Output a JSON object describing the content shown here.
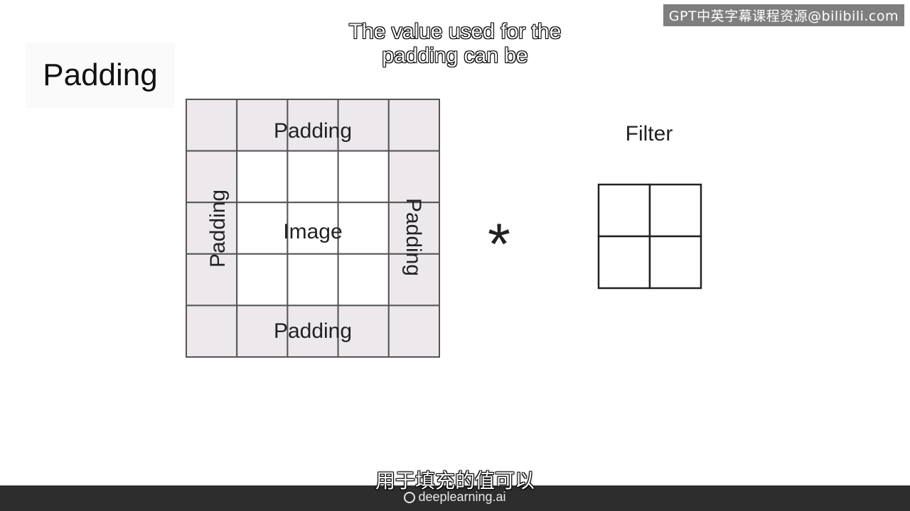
{
  "slide": {
    "title": "Padding"
  },
  "watermark": {
    "text": "GPT中英字幕课程资源@bilibili.com"
  },
  "subtitles": {
    "english": "The value used for the padding can be",
    "chinese": "用于填充的值可以"
  },
  "diagram": {
    "padding_top": "Padding",
    "padding_bottom": "Padding",
    "padding_left": "Padding",
    "padding_right": "Padding",
    "image_label": "Image",
    "operator": "*",
    "filter_label": "Filter",
    "grid_rows": 5,
    "grid_cols": 5,
    "filter_rows": 2,
    "filter_cols": 2,
    "padding_color": "#ece8ec",
    "grid_line_color": "#555555"
  },
  "footer": {
    "brand": "deeplearning.ai"
  }
}
